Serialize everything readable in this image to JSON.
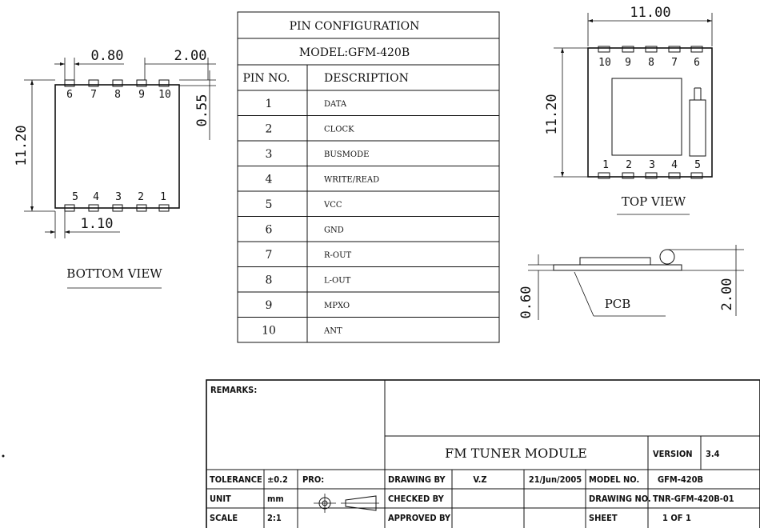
{
  "pin_table": {
    "title": "PIN CONFIGURATION",
    "model": "MODEL:GFM-420B",
    "col_pin": "PIN NO.",
    "col_desc": "DESCRIPTION",
    "rows": [
      {
        "pin": "1",
        "desc": "DATA"
      },
      {
        "pin": "2",
        "desc": "CLOCK"
      },
      {
        "pin": "3",
        "desc": "BUSMODE"
      },
      {
        "pin": "4",
        "desc": "WRITE/READ"
      },
      {
        "pin": "5",
        "desc": "VCC"
      },
      {
        "pin": "6",
        "desc": "GND"
      },
      {
        "pin": "7",
        "desc": "R-OUT"
      },
      {
        "pin": "8",
        "desc": "L-OUT"
      },
      {
        "pin": "9",
        "desc": "MPXO"
      },
      {
        "pin": "10",
        "desc": "ANT"
      }
    ]
  },
  "bottom_view": {
    "caption": "BOTTOM VIEW",
    "dim_pitch": "0.80",
    "dim_edge": "2.00",
    "dim_pad": "0.55",
    "dim_height": "11.20",
    "dim_bottom": "1.10",
    "top_pins": [
      "6",
      "7",
      "8",
      "9",
      "10"
    ],
    "bottom_pins": [
      "5",
      "4",
      "3",
      "2",
      "1"
    ]
  },
  "top_view": {
    "caption": "TOP VIEW",
    "dim_width": "11.00",
    "dim_height": "11.20",
    "top_pins": [
      "10",
      "9",
      "8",
      "7",
      "6"
    ],
    "bottom_pins": [
      "1",
      "2",
      "3",
      "4",
      "5"
    ]
  },
  "side_view": {
    "label_pcb": "PCB",
    "dim_thickness": "0.60",
    "dim_height": "2.00"
  },
  "title_block": {
    "remarks": "REMARKS:",
    "title": "FM TUNER MODULE",
    "version_label": "VERSION",
    "version": "3.4",
    "tolerance_label": "TOLERANCE",
    "tolerance": "±0.2",
    "unit_label": "UNIT",
    "unit": "mm",
    "scale_label": "SCALE",
    "scale": "2:1",
    "pro_label": "PRO:",
    "drawing_by_label": "DRAWING BY",
    "drawing_by": "V.Z",
    "date": "21/Jun/2005",
    "checked_by_label": "CHECKED BY",
    "approved_by_label": "APPROVED BY",
    "model_no_label": "MODEL NO.",
    "model_no": "GFM-420B",
    "drawing_no_label": "DRAWING NO.",
    "drawing_no": "TNR-GFM-420B-01",
    "sheet_label": "SHEET",
    "sheet": "1 OF 1"
  }
}
